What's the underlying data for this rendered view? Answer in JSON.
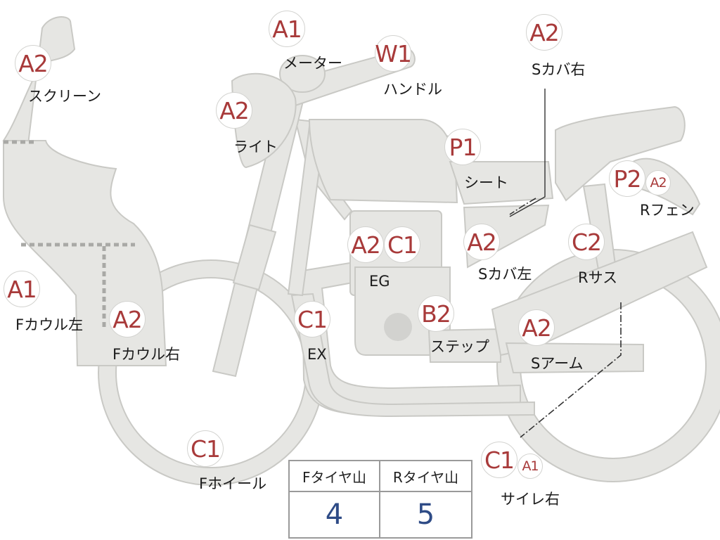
{
  "parts": [
    {
      "key": "screen",
      "grade": "A2",
      "name": "スクリーン"
    },
    {
      "key": "meter",
      "grade": "A1",
      "name": "メーター"
    },
    {
      "key": "handle",
      "grade": "W1",
      "name": "ハンドル"
    },
    {
      "key": "light",
      "grade": "A2",
      "name": "ライト"
    },
    {
      "key": "s-cover-right",
      "grade": "A2",
      "name": "Sカバ右"
    },
    {
      "key": "seat",
      "grade": "P1",
      "name": "シート"
    },
    {
      "key": "r-fender",
      "grade": "P2",
      "grade2": "A2",
      "name": "Rフェン"
    },
    {
      "key": "engine",
      "grade": "A2",
      "grade2": "C1",
      "name": "EG"
    },
    {
      "key": "s-cover-left",
      "grade": "A2",
      "name": "Sカバ左"
    },
    {
      "key": "r-suspension",
      "grade": "C2",
      "name": "Rサス"
    },
    {
      "key": "f-cowl-left",
      "grade": "A1",
      "name": "Fカウル左"
    },
    {
      "key": "f-cowl-right",
      "grade": "A2",
      "name": "Fカウル右"
    },
    {
      "key": "exhaust",
      "grade": "C1",
      "name": "EX"
    },
    {
      "key": "step",
      "grade": "B2",
      "name": "ステップ"
    },
    {
      "key": "s-arm",
      "grade": "A2",
      "name": "Sアーム"
    },
    {
      "key": "f-wheel",
      "grade": "C1",
      "name": "Fホイール"
    },
    {
      "key": "muffler-right",
      "grade": "C1",
      "grade2": "A1",
      "name": "サイレ右"
    }
  ],
  "tire_tread": {
    "front_label": "Fタイヤ山",
    "front_value": "4",
    "rear_label": "Rタイヤ山",
    "rear_value": "5"
  },
  "colors": {
    "grade_text": "#a83a3a",
    "value_text": "#2e4b86",
    "part_fill": "#e6e6e3"
  }
}
